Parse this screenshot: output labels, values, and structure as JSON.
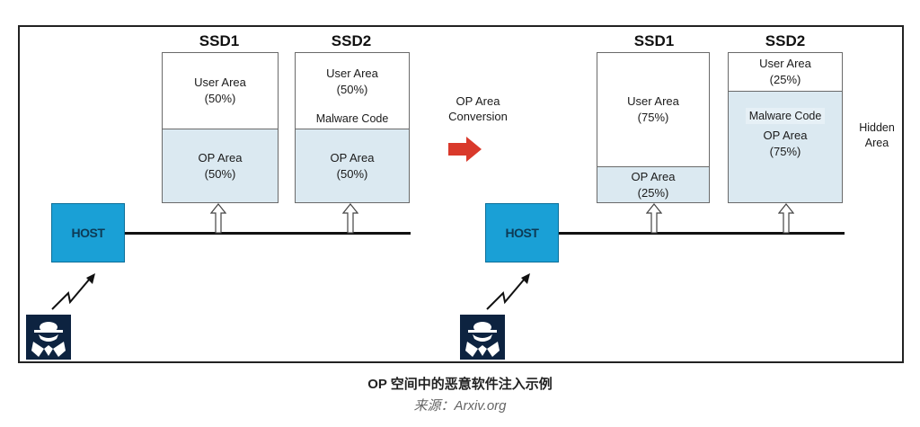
{
  "left": {
    "ssd1": {
      "title": "SSD1",
      "user_area": [
        "User Area",
        "(50%)"
      ],
      "op_area": [
        "OP Area",
        "(50%)"
      ]
    },
    "ssd2": {
      "title": "SSD2",
      "user_area": [
        "User Area",
        "(50%)"
      ],
      "malware": "Malware Code",
      "op_area": [
        "OP Area",
        "(50%)"
      ]
    },
    "host": "HOST"
  },
  "conversion_label": [
    "OP Area",
    "Conversion"
  ],
  "right": {
    "ssd1": {
      "title": "SSD1",
      "user_area": [
        "User Area",
        "(75%)"
      ],
      "op_area": [
        "OP Area",
        "(25%)"
      ]
    },
    "ssd2": {
      "title": "SSD2",
      "user_area": [
        "User Area",
        "(25%)"
      ],
      "malware": "Malware Code",
      "op_area": [
        "OP Area",
        "(75%)"
      ]
    },
    "host": "HOST",
    "hidden_label": [
      "Hidden",
      "Area"
    ]
  },
  "caption": "OP 空间中的恶意软件注入示例",
  "source": "来源：Arxiv.org",
  "colors": {
    "op_fill": "#dbe9f1",
    "host_fill": "#1aa0d6",
    "arrow": "#d9392b"
  },
  "icons": [
    "up-arrow-icon",
    "right-arrow-icon",
    "lightning-icon",
    "hacker-icon"
  ]
}
